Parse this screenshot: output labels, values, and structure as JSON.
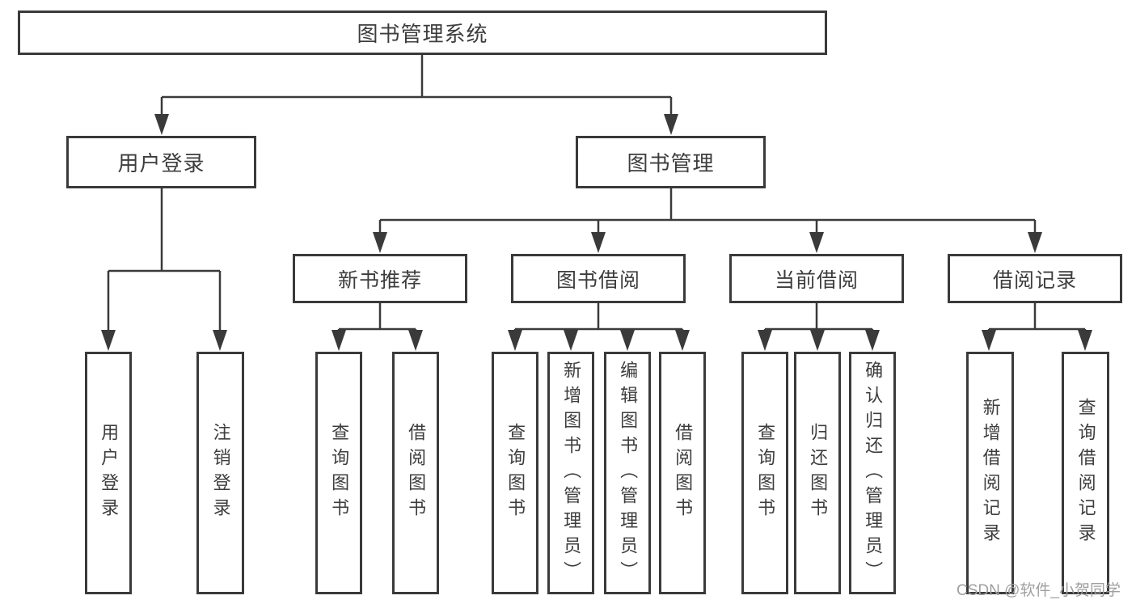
{
  "diagram": {
    "root": "图书管理系统",
    "branches": [
      {
        "label": "用户登录",
        "children": [
          {
            "label": "用户登录"
          },
          {
            "label": "注销登录"
          }
        ]
      },
      {
        "label": "图书管理",
        "children": [
          {
            "label": "新书推荐",
            "children": [
              {
                "label": "查询图书"
              },
              {
                "label": "借阅图书"
              }
            ]
          },
          {
            "label": "图书借阅",
            "children": [
              {
                "label": "查询图书"
              },
              {
                "label": "新增图书（管理员）"
              },
              {
                "label": "编辑图书（管理员）"
              },
              {
                "label": "借阅图书"
              }
            ]
          },
          {
            "label": "当前借阅",
            "children": [
              {
                "label": "查询图书"
              },
              {
                "label": "归还图书"
              },
              {
                "label": "确认归还（管理员）"
              }
            ]
          },
          {
            "label": "借阅记录",
            "children": [
              {
                "label": "新增借阅记录"
              },
              {
                "label": "查询借阅记录"
              }
            ]
          }
        ]
      }
    ]
  },
  "watermark": {
    "text": "CSDN @软件_小贺同学"
  },
  "colors": {
    "line": "#3a3a3a",
    "box_border": "#3a3a3a",
    "text": "#3d3d3d",
    "watermark": "#9f9f9f",
    "background": "#ffffff"
  }
}
